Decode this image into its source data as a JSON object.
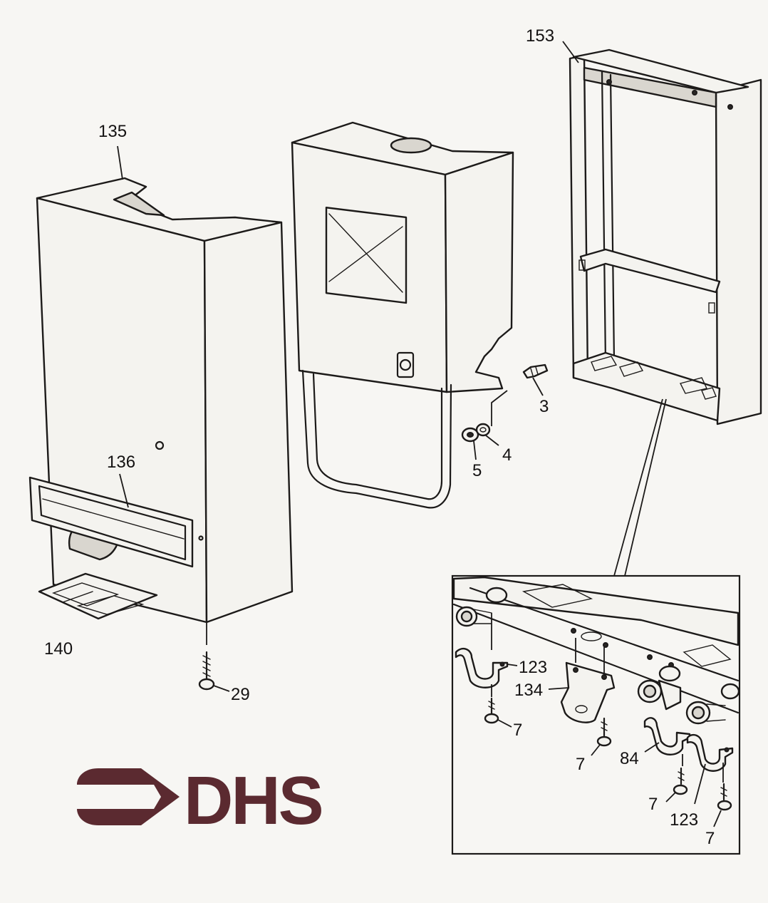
{
  "brand": {
    "name": "DHS",
    "color": "#5b2a30"
  },
  "callouts": {
    "c153": "153",
    "c135": "135",
    "c136": "136",
    "c140": "140",
    "c29": "29",
    "c3": "3",
    "c4": "4",
    "c5": "5",
    "c123a": "123",
    "c134": "134",
    "c7a": "7",
    "c7b": "7",
    "c84": "84",
    "c7c": "7",
    "c123b": "123",
    "c7d": "7"
  },
  "palette": {
    "ink": "#1c1a19",
    "paper": "#f7f6f3"
  }
}
